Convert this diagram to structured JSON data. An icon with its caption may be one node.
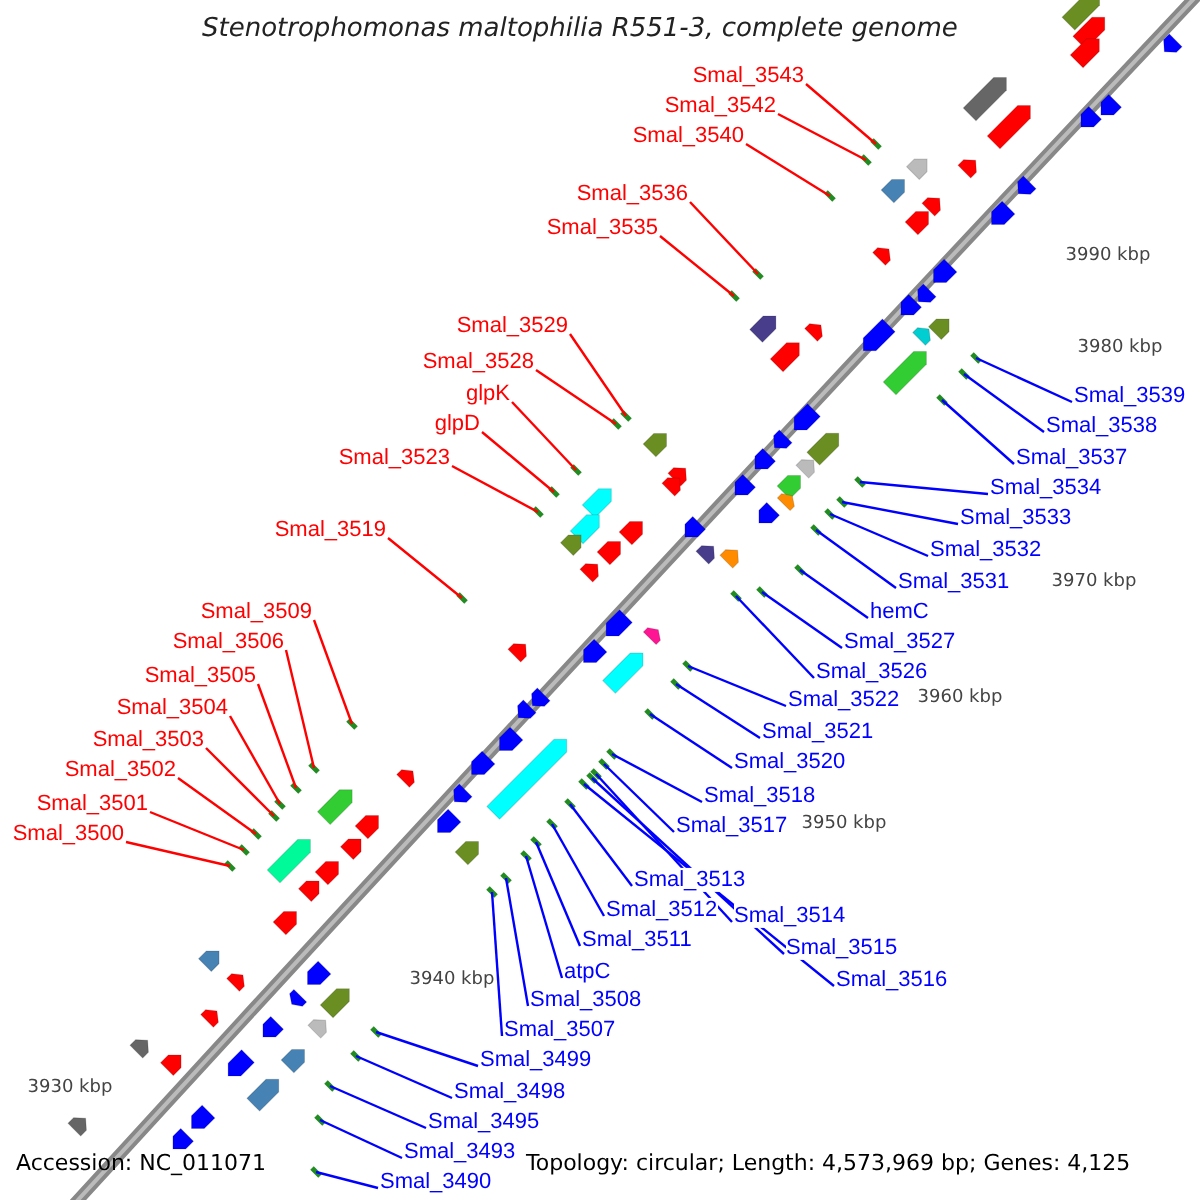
{
  "diagram": {
    "title": "Stenotrophomonas maltophilia R551-3, complete genome",
    "nodes": [
      {
        "text": [
          "Smal_3543"
        ]
      },
      {
        "text": [
          "Smal_3542"
        ]
      },
      {
        "text": [
          "Smal_3540"
        ]
      },
      {
        "text": [
          "Smal_3536"
        ]
      },
      {
        "text": [
          "Smal_3535"
        ]
      },
      {
        "text": [
          "Smal_3529"
        ]
      },
      {
        "text": [
          "Smal_3528"
        ]
      },
      {
        "text": [
          "glpK"
        ]
      },
      {
        "text": [
          "Smal_3539"
        ]
      },
      {
        "text": [
          "glpD"
        ]
      },
      {
        "text": [
          "Smal_3538"
        ]
      },
      {
        "text": [
          "Smal_3523"
        ]
      },
      {
        "text": [
          "Smal_3537"
        ]
      },
      {
        "text": [
          "Smal_3534"
        ]
      },
      {
        "text": [
          "Smal_3533"
        ]
      },
      {
        "text": [
          "Smal_3519"
        ]
      },
      {
        "text": [
          "Smal_3532"
        ]
      },
      {
        "text": [
          "Smal_3531"
        ]
      },
      {
        "text": [
          "hemC"
        ]
      },
      {
        "text": [
          "Smal_3509"
        ]
      },
      {
        "text": [
          "Smal_3506"
        ]
      },
      {
        "text": [
          "Smal_3527"
        ]
      },
      {
        "text": [
          "Smal_3505"
        ]
      },
      {
        "text": [
          "Smal_3526"
        ]
      },
      {
        "text": [
          "Smal_3522"
        ]
      },
      {
        "text": [
          "Smal_3504"
        ]
      },
      {
        "text": [
          "Smal_3521"
        ]
      },
      {
        "text": [
          "Smal_3503"
        ]
      },
      {
        "text": [
          "Smal_3520"
        ]
      },
      {
        "text": [
          "Smal_3502"
        ]
      },
      {
        "text": [
          "Smal_3518"
        ]
      },
      {
        "text": [
          "Smal_3501"
        ]
      },
      {
        "text": [
          "Smal_3517"
        ]
      },
      {
        "text": [
          "Smal_3500"
        ]
      },
      {
        "text": [
          "Smal_3513"
        ]
      },
      {
        "text": [
          "Smal_3512"
        ]
      },
      {
        "text": [
          "Smal_3514"
        ]
      },
      {
        "text": [
          "Smal_3511"
        ]
      },
      {
        "text": [
          "Smal_3515"
        ]
      },
      {
        "text": [
          "atpC"
        ]
      },
      {
        "text": [
          "Smal_3516"
        ]
      },
      {
        "text": [
          "Smal_3508"
        ]
      },
      {
        "text": [
          "Smal_3507"
        ]
      },
      {
        "text": [
          "Smal_3499"
        ]
      },
      {
        "text": [
          "Smal_3498"
        ]
      },
      {
        "text": [
          "Smal_3495"
        ]
      },
      {
        "text": [
          "Smal_3493"
        ]
      },
      {
        "text": [
          "Smal_3490"
        ]
      }
    ],
    "edges": [
      {
        "from": 0,
        "to": null,
        "arrow": "none",
        "color": "#ff0000"
      },
      {
        "from": 1,
        "to": null,
        "arrow": "none",
        "color": "#ff0000"
      },
      {
        "from": 2,
        "to": null,
        "arrow": "none",
        "color": "#ff0000"
      },
      {
        "from": 3,
        "to": null,
        "arrow": "none",
        "color": "#ff0000"
      },
      {
        "from": 4,
        "to": null,
        "arrow": "none",
        "color": "#ff0000"
      },
      {
        "from": 5,
        "to": null,
        "arrow": "none",
        "color": "#ff0000"
      },
      {
        "from": 6,
        "to": null,
        "arrow": "none",
        "color": "#ff0000"
      },
      {
        "from": 7,
        "to": null,
        "arrow": "none",
        "color": "#ff0000"
      },
      {
        "from": 8,
        "to": null,
        "arrow": "none"
      },
      {
        "from": 9,
        "to": null,
        "arrow": "none",
        "color": "#ff0000"
      },
      {
        "from": 10,
        "to": null,
        "arrow": "none"
      },
      {
        "from": 11,
        "to": null,
        "arrow": "none",
        "color": "#ff0000"
      },
      {
        "from": 12,
        "to": null,
        "arrow": "none"
      },
      {
        "from": 13,
        "to": null,
        "arrow": "none"
      },
      {
        "from": 14,
        "to": null,
        "arrow": "none"
      },
      {
        "from": 15,
        "to": null,
        "arrow": "none",
        "color": "#ff0000"
      },
      {
        "from": 16,
        "to": null,
        "arrow": "none"
      },
      {
        "from": 17,
        "to": null,
        "arrow": "none"
      },
      {
        "from": 18,
        "to": null,
        "arrow": "none"
      },
      {
        "from": 19,
        "to": null,
        "arrow": "none",
        "color": "#ff0000"
      },
      {
        "from": 20,
        "to": null,
        "arrow": "none",
        "color": "#ff0000"
      },
      {
        "from": 21,
        "to": null,
        "arrow": "none"
      },
      {
        "from": 22,
        "to": null,
        "arrow": "none",
        "color": "#ff0000"
      },
      {
        "from": 23,
        "to": null,
        "arrow": "none"
      },
      {
        "from": 24,
        "to": null,
        "arrow": "none"
      },
      {
        "from": 25,
        "to": null,
        "arrow": "none",
        "color": "#ff0000"
      },
      {
        "from": 26,
        "to": null,
        "arrow": "none"
      },
      {
        "from": 27,
        "to": null,
        "arrow": "none",
        "color": "#ff0000"
      },
      {
        "from": 28,
        "to": null,
        "arrow": "none"
      },
      {
        "from": 29,
        "to": null,
        "arrow": "none",
        "color": "#ff0000"
      },
      {
        "from": 30,
        "to": null,
        "arrow": "none"
      },
      {
        "from": 31,
        "to": null,
        "arrow": "none",
        "color": "#ff0000"
      },
      {
        "from": 32,
        "to": null,
        "arrow": "none"
      },
      {
        "from": 33,
        "to": null,
        "arrow": "none",
        "color": "#ff0000"
      },
      {
        "from": 34,
        "to": null,
        "arrow": "none"
      },
      {
        "from": 35,
        "to": null,
        "arrow": "none"
      },
      {
        "from": 36,
        "to": null,
        "arrow": "none"
      },
      {
        "from": 37,
        "to": null,
        "arrow": "none"
      },
      {
        "from": 38,
        "to": null,
        "arrow": "none"
      },
      {
        "from": 39,
        "to": null,
        "arrow": "none"
      },
      {
        "from": 40,
        "to": null,
        "arrow": "none"
      },
      {
        "from": 41,
        "to": null,
        "arrow": "none"
      },
      {
        "from": 42,
        "to": null,
        "arrow": "none"
      },
      {
        "from": 43,
        "to": null,
        "arrow": "none"
      },
      {
        "from": 44,
        "to": null,
        "arrow": "none"
      },
      {
        "from": 45,
        "to": null,
        "arrow": "none"
      },
      {
        "from": 46,
        "to": null,
        "arrow": "none"
      },
      {
        "from": 47,
        "to": null,
        "arrow": "none"
      }
    ],
    "labels": [
      "3990 kbp",
      "3980 kbp",
      "3970 kbp",
      "3960 kbp",
      "3950 kbp",
      "3940 kbp",
      "3930 kbp",
      "Accession: NC_011071",
      "Topology: circular; Length: 4,573,969 bp; Genes: 4,125"
    ]
  }
}
